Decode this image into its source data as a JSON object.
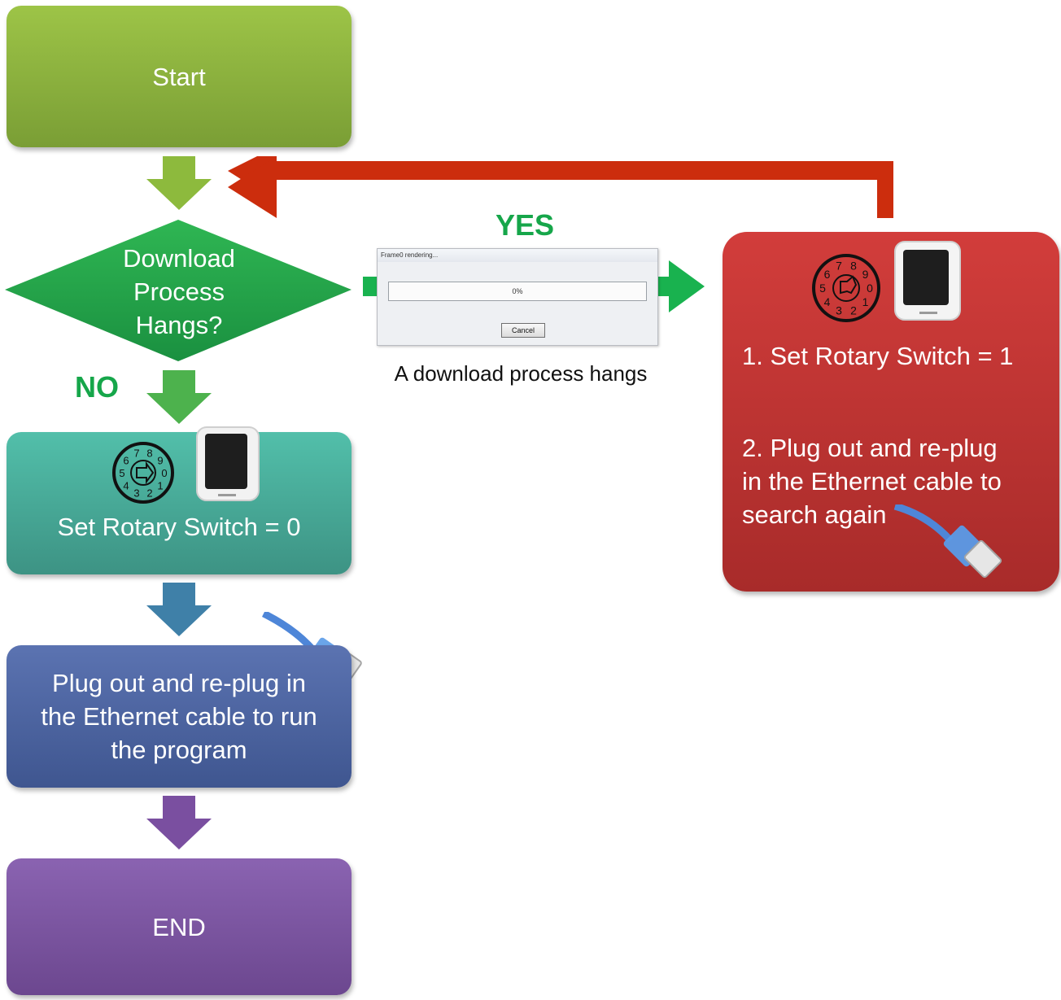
{
  "nodes": {
    "start": "Start",
    "decision": [
      "Download",
      "Process",
      "Hangs?"
    ],
    "set_rotary_0": "Set Rotary Switch = 0",
    "plug_run": [
      "Plug out and re-plug in",
      "the Ethernet cable to run",
      "the program"
    ],
    "end": "END",
    "recovery": {
      "step1": "1. Set Rotary Switch = 1",
      "step2": [
        "2. Plug out and re-plug",
        "in the Ethernet cable to",
        "search again"
      ]
    }
  },
  "labels": {
    "yes": "YES",
    "no": "NO"
  },
  "dialog": {
    "title": "Frame0 rendering...",
    "progress": "0%",
    "cancel_button": "Cancel",
    "caption": "A download process hangs"
  },
  "rotary_digits": [
    "0",
    "1",
    "2",
    "3",
    "4",
    "5",
    "6",
    "7",
    "8",
    "9"
  ],
  "colors": {
    "start": "#8db33f",
    "decision": "#1fa04a",
    "set_rotary_0": "#47a897",
    "plug_run": "#4d63a0",
    "end": "#7b56a0",
    "recovery": "#bf3433",
    "loop_arrow": "#cc2a10",
    "yes_arrow": "#19b24f"
  }
}
